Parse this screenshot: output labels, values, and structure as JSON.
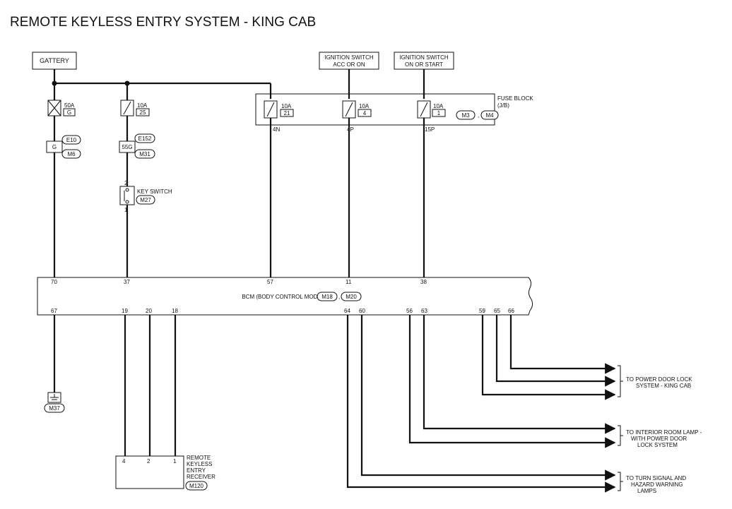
{
  "title": "REMOTE KEYLESS ENTRY SYSTEM - KING CAB",
  "battery": "GATTERY",
  "ign_acc": [
    "IGNITION SWITCH",
    "ACC OR ON"
  ],
  "ign_start": [
    "IGNITION SWITCH",
    "ON OR START"
  ],
  "fuse_block": [
    "FUSE BLOCK",
    "(J/B)"
  ],
  "fuse_block_connectors": [
    "M3",
    "M4"
  ],
  "fuses": [
    {
      "amp": "50A",
      "id": "G"
    },
    {
      "amp": "10A",
      "id": "25"
    },
    {
      "amp": "10A",
      "id": "21"
    },
    {
      "amp": "10A",
      "id": "4"
    },
    {
      "amp": "10A",
      "id": "1"
    }
  ],
  "fuse_terminals": [
    "4N",
    "4P",
    "15P"
  ],
  "joint1": {
    "label": "G",
    "connectors": [
      "E10",
      "M6"
    ]
  },
  "joint2": {
    "label": "55G",
    "connectors": [
      "E152",
      "M31"
    ]
  },
  "key_switch": {
    "label": "KEY SWITCH",
    "connector": "M27",
    "pin_top": "2",
    "pin_bottom": "1"
  },
  "bcm": {
    "label": "BCM (BODY CONTROL MODULE)",
    "connectors": [
      "M18",
      "M20"
    ]
  },
  "bcm_top_pins": [
    "70",
    "37",
    "57",
    "11",
    "38"
  ],
  "bcm_bottom_pins": [
    "67",
    "19",
    "20",
    "18",
    "64",
    "60",
    "56",
    "63",
    "59",
    "65",
    "66"
  ],
  "ground": "M37",
  "receiver": {
    "lines": [
      "REMOTE",
      "KEYLESS",
      "ENTRY",
      "RECEIVER"
    ],
    "connector": "M120",
    "pins": [
      "4",
      "2",
      "1"
    ]
  },
  "outputs": [
    [
      "TO POWER DOOR LOCK",
      "SYSTEM - KING CAB"
    ],
    [
      "TO INTERIOR ROOM LAMP -",
      "WITH POWER DOOR",
      "LOCK SYSTEM"
    ],
    [
      "TO TURN SIGNAL AND",
      "HAZARD WARNING",
      "LAMPS"
    ]
  ]
}
